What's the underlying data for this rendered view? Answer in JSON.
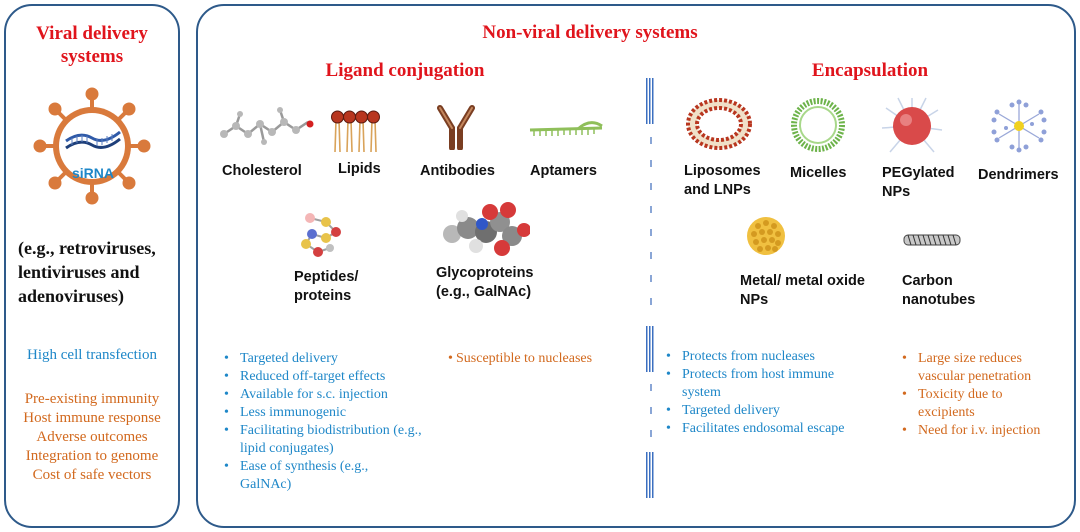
{
  "viral": {
    "title": "Viral delivery systems",
    "sirna_label": "siRNA",
    "examples": "(e.g., retroviruses, lentiviruses and adenoviruses)",
    "advantage": "High cell transfection",
    "disadvantages": [
      "Pre-existing immunity",
      "Host immune response",
      "Adverse outcomes",
      "Integration to genome",
      "Cost of safe vectors"
    ]
  },
  "nonviral": {
    "title": "Non-viral delivery systems",
    "ligand": {
      "title": "Ligand conjugation",
      "items": [
        "Cholesterol",
        "Lipids",
        "Antibodies",
        "Aptamers",
        "Peptides/ proteins",
        "Glycoproteins (e.g., GalNAc)"
      ],
      "advantages": [
        "Targeted delivery",
        "Reduced off-target effects",
        "Available for s.c. injection",
        "Less immunogenic",
        "Facilitating biodistribution (e.g., lipid conjugates)",
        "Ease of synthesis (e.g., GalNAc)"
      ],
      "disadvantages": [
        "Susceptible to nucleases"
      ]
    },
    "encapsulation": {
      "title": "Encapsulation",
      "items": [
        "Liposomes and LNPs",
        "Micelles",
        "PEGylated NPs",
        "Dendrimers",
        "Metal/ metal oxide NPs",
        "Carbon nanotubes"
      ],
      "advantages": [
        "Protects from nucleases",
        "Protects from host immune system",
        "Targeted delivery",
        "Facilitates endosomal escape"
      ],
      "disadvantages": [
        "Large size reduces vascular penetration",
        "Toxicity due to excipients",
        "Need for i.v. injection"
      ]
    }
  },
  "colors": {
    "title_red": "#e0141c",
    "border_blue": "#2e5a8a",
    "pro_blue": "#1e87c8",
    "con_orange": "#d2691e"
  }
}
